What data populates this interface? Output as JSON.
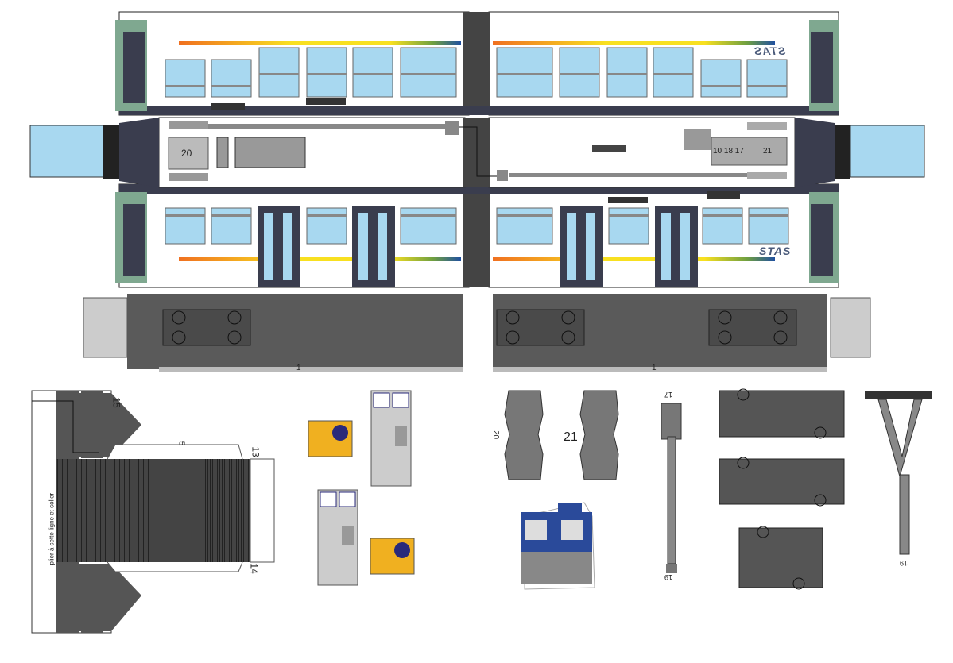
{
  "brand": {
    "logo_text": "STAS"
  },
  "part_numbers": {
    "roof_left": "20",
    "roof_right_group": "10 18 17",
    "roof_right": "21",
    "underframe_left": "1",
    "underframe_right": "1",
    "bellows_top": "15",
    "bellows_mid": "5",
    "tab_13": "13",
    "tab_14": "14",
    "bogie_20": "20",
    "bogie_21": "21",
    "pole_top": "17",
    "pole_bottom": "19",
    "pantograph": "19"
  },
  "instructions": {
    "fold_glue": "plier à cette ligne et coller"
  },
  "colors": {
    "window": "#a8d8f0",
    "body": "#ffffff",
    "dark": "#3a3d4e",
    "underframe": "#5a5a5a",
    "green_end": "#7fa890",
    "ticket_blue": "#2a4a9a",
    "shelter_yellow": "#f0b020"
  }
}
